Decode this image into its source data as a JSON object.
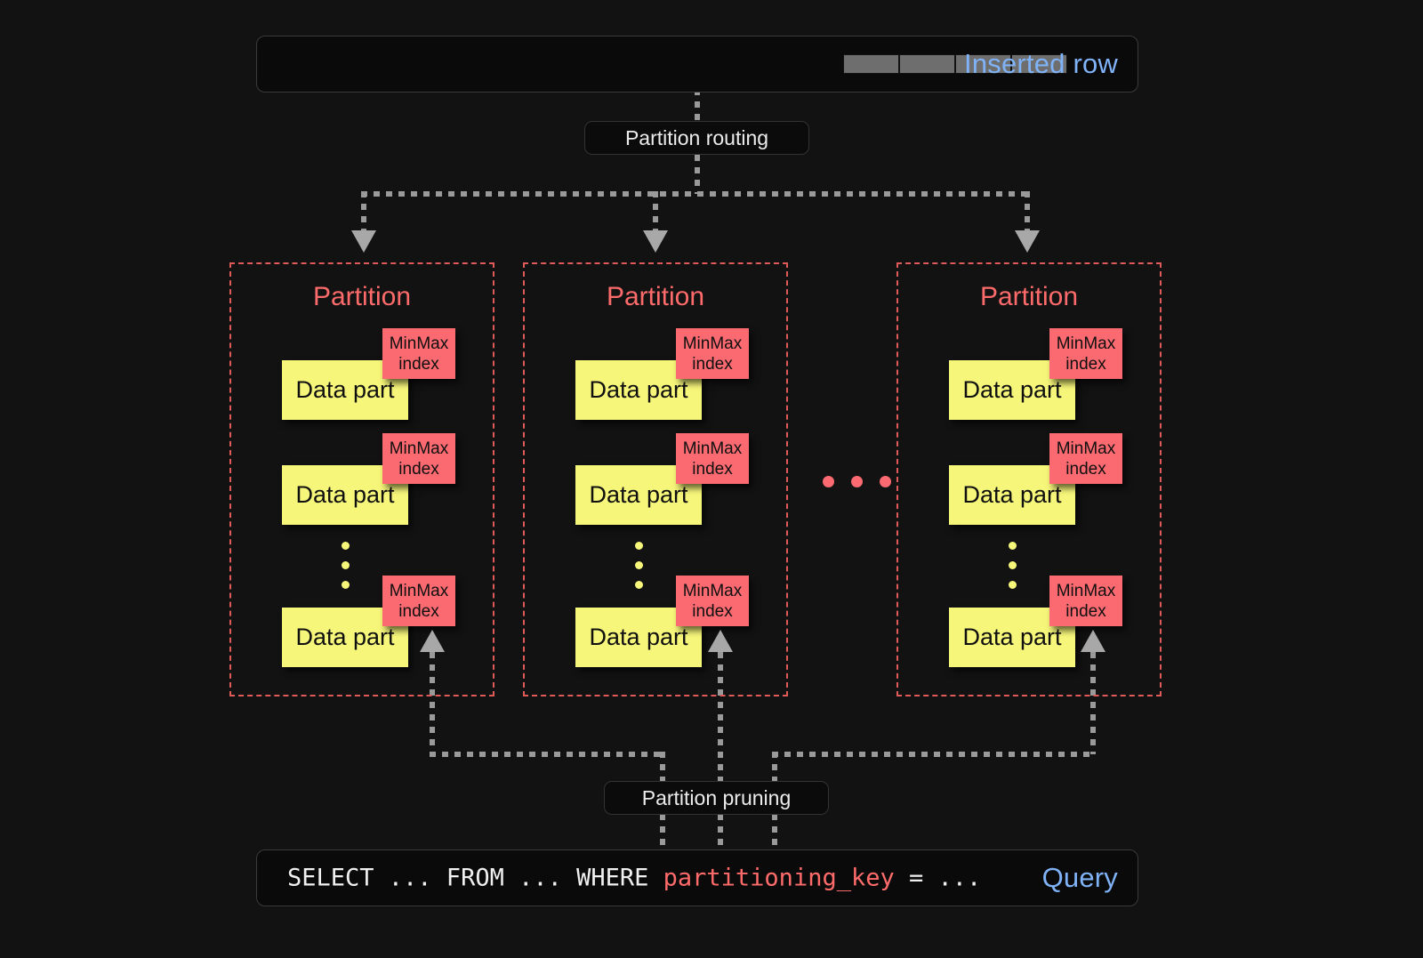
{
  "colors": {
    "background": "#121212",
    "accent_red": "#ff6b6b",
    "minmax_fill": "#fa6a70",
    "data_part_fill": "#f6f67a",
    "label_blue": "#7fb2f7",
    "connector_gray": "#9a9a9a",
    "bar_fill": "#0a0a0a",
    "row_cell_gray": "#6e6e6e"
  },
  "inserted_row": {
    "label": "Inserted row",
    "cell_count": 4
  },
  "routing": {
    "label": "Partition routing"
  },
  "pruning": {
    "label": "Partition pruning"
  },
  "query": {
    "label": "Query",
    "sql_prefix": "SELECT ... FROM ... WHERE ",
    "sql_key": "partitioning_key",
    "sql_suffix": " = ..."
  },
  "partition_ellipsis": {
    "dot_count": 3
  },
  "partitions": [
    {
      "title": "Partition",
      "parts": [
        {
          "label": "Data part",
          "index_label": "MinMax\nindex"
        },
        {
          "label": "Data part",
          "index_label": "MinMax\nindex"
        },
        {
          "label": "Data part",
          "index_label": "MinMax\nindex"
        }
      ],
      "vertical_ellipsis_dots": 3
    },
    {
      "title": "Partition",
      "parts": [
        {
          "label": "Data part",
          "index_label": "MinMax\nindex"
        },
        {
          "label": "Data part",
          "index_label": "MinMax\nindex"
        },
        {
          "label": "Data part",
          "index_label": "MinMax\nindex"
        }
      ],
      "vertical_ellipsis_dots": 3
    },
    {
      "title": "Partition",
      "parts": [
        {
          "label": "Data part",
          "index_label": "MinMax\nindex"
        },
        {
          "label": "Data part",
          "index_label": "MinMax\nindex"
        },
        {
          "label": "Data part",
          "index_label": "MinMax\nindex"
        }
      ],
      "vertical_ellipsis_dots": 3
    }
  ]
}
